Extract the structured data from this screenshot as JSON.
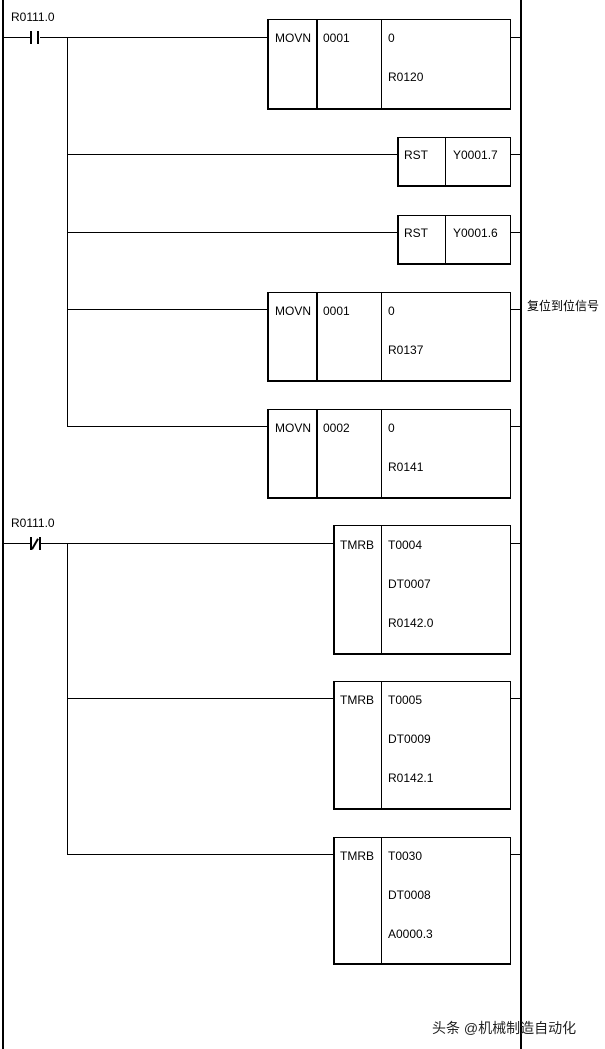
{
  "rungs": [
    {
      "contact": {
        "label": "R0111.0",
        "type": "normally-open"
      },
      "instructions": [
        {
          "op": "MOVN",
          "args": [
            "0001",
            "0",
            "R0120"
          ]
        },
        {
          "op": "RST",
          "args": [
            "Y0001.7"
          ]
        },
        {
          "op": "RST",
          "args": [
            "Y0001.6"
          ]
        },
        {
          "op": "MOVN",
          "args": [
            "0001",
            "0",
            "R0137"
          ],
          "comment": "复位到位信号"
        },
        {
          "op": "MOVN",
          "args": [
            "0002",
            "0",
            "R0141"
          ]
        }
      ]
    },
    {
      "contact": {
        "label": "R0111.0",
        "type": "normally-closed"
      },
      "instructions": [
        {
          "op": "TMRB",
          "args": [
            "T0004",
            "DT0007",
            "R0142.0"
          ]
        },
        {
          "op": "TMRB",
          "args": [
            "T0005",
            "DT0009",
            "R0142.1"
          ]
        },
        {
          "op": "TMRB",
          "args": [
            "T0030",
            "DT0008",
            "A0000.3"
          ]
        }
      ]
    }
  ],
  "watermark": "头条 @机械制造自动化"
}
